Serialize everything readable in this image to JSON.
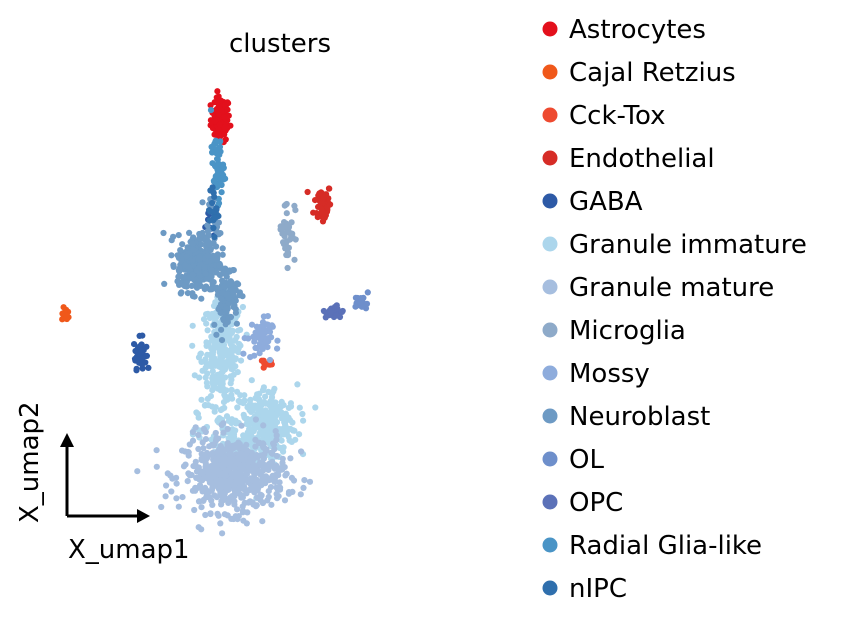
{
  "chart_data": {
    "type": "scatter",
    "title": "clusters",
    "xlabel": "X_umap1",
    "ylabel": "X_umap2",
    "xlim": [
      0,
      100
    ],
    "ylim": [
      0,
      100
    ],
    "grid": false,
    "legend_placement": "right",
    "series": [
      {
        "name": "Astrocytes",
        "color": "#e3101c",
        "clusters": [
          {
            "x": 40.6,
            "y": 89.5,
            "sx": 1.2,
            "sy": 2.4,
            "n": 95
          }
        ]
      },
      {
        "name": "Cajal Retzius",
        "color": "#f0581a",
        "clusters": [
          {
            "x": 1.5,
            "y": 48.0,
            "sx": 0.5,
            "sy": 0.7,
            "n": 16
          }
        ]
      },
      {
        "name": "Cck-Tox",
        "color": "#ee4a30",
        "clusters": [
          {
            "x": 52.5,
            "y": 37.5,
            "sx": 0.6,
            "sy": 0.6,
            "n": 14
          }
        ]
      },
      {
        "name": "Endothelial",
        "color": "#d62c26",
        "clusters": [
          {
            "x": 66.5,
            "y": 71.5,
            "sx": 1.1,
            "sy": 2.2,
            "n": 52
          }
        ]
      },
      {
        "name": "GABA",
        "color": "#2d5aa6",
        "clusters": [
          {
            "x": 20.2,
            "y": 39.8,
            "sx": 0.8,
            "sy": 1.6,
            "n": 42
          },
          {
            "x": 38.0,
            "y": 68.0,
            "sx": 0.6,
            "sy": 2.0,
            "n": 14
          }
        ]
      },
      {
        "name": "Granule immature",
        "color": "#acd6ec",
        "clusters": [
          {
            "x": 41.0,
            "y": 40.0,
            "sx": 2.6,
            "sy": 5.5,
            "n": 280
          },
          {
            "x": 52.0,
            "y": 25.0,
            "sx": 4.0,
            "sy": 4.0,
            "n": 240
          },
          {
            "x": 46.0,
            "y": 22.0,
            "sx": 5.5,
            "sy": 3.5,
            "n": 120
          }
        ]
      },
      {
        "name": "Granule mature",
        "color": "#a6bedf",
        "clusters": [
          {
            "x": 44.0,
            "y": 14.0,
            "sx": 6.5,
            "sy": 4.0,
            "n": 560
          }
        ]
      },
      {
        "name": "Microglia",
        "color": "#8eaac9",
        "clusters": [
          {
            "x": 57.5,
            "y": 66.0,
            "sx": 1.0,
            "sy": 3.5,
            "n": 45
          }
        ]
      },
      {
        "name": "Mossy",
        "color": "#8eacdc",
        "clusters": [
          {
            "x": 50.5,
            "y": 43.0,
            "sx": 1.6,
            "sy": 2.2,
            "n": 55
          }
        ]
      },
      {
        "name": "Neuroblast",
        "color": "#6d9ac4",
        "clusters": [
          {
            "x": 35.0,
            "y": 59.0,
            "sx": 2.6,
            "sy": 3.0,
            "n": 330
          },
          {
            "x": 42.0,
            "y": 52.0,
            "sx": 1.6,
            "sy": 3.5,
            "n": 110
          },
          {
            "x": 38.5,
            "y": 68.0,
            "sx": 1.0,
            "sy": 2.5,
            "n": 30
          }
        ]
      },
      {
        "name": "OL",
        "color": "#6e8fcb",
        "clusters": [
          {
            "x": 76.5,
            "y": 50.5,
            "sx": 0.9,
            "sy": 0.8,
            "n": 22
          }
        ]
      },
      {
        "name": "OPC",
        "color": "#5b71b8",
        "clusters": [
          {
            "x": 69.5,
            "y": 48.5,
            "sx": 1.1,
            "sy": 0.7,
            "n": 32
          }
        ]
      },
      {
        "name": "Radial Glia-like",
        "color": "#4a94c6",
        "clusters": [
          {
            "x": 39.8,
            "y": 79.0,
            "sx": 0.8,
            "sy": 3.5,
            "n": 55
          }
        ]
      },
      {
        "name": "nIPC",
        "color": "#2f6fad",
        "clusters": [
          {
            "x": 39.0,
            "y": 70.0,
            "sx": 0.6,
            "sy": 2.2,
            "n": 22
          }
        ]
      }
    ]
  }
}
